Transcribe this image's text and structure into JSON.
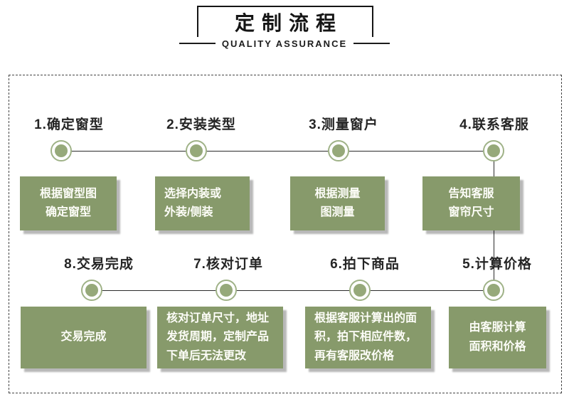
{
  "header": {
    "title": "定制流程",
    "subtitle": "QUALITY ASSURANCE"
  },
  "colors": {
    "box_green": "#879a6b",
    "circle_green": "#96a97a",
    "circle_ring_green": "#9fb287",
    "line": "#2b2b2b",
    "box_text": "#fdfdf8",
    "label_text": "#252525"
  },
  "steps": [
    {
      "label": "1.确定窗型",
      "box": "根据窗型图\n确定窗型"
    },
    {
      "label": "2.安装类型",
      "box": "选择内装或\n外装/侧装"
    },
    {
      "label": "3.测量窗户",
      "box": "根据测量\n图测量"
    },
    {
      "label": "4.联系客服",
      "box": "告知客服\n窗帘尺寸"
    },
    {
      "label": "5.计算价格",
      "box": "由客服计算\n面积和价格"
    },
    {
      "label": "6.拍下商品",
      "box": "根据客服计算出的面\n积，拍下相应件数，\n再有客服改价格"
    },
    {
      "label": "7.核对订单",
      "box": "核对订单尺寸，地址\n发货周期，定制产品\n下单后无法更改"
    },
    {
      "label": "8.交易完成",
      "box": "交易完成"
    }
  ]
}
